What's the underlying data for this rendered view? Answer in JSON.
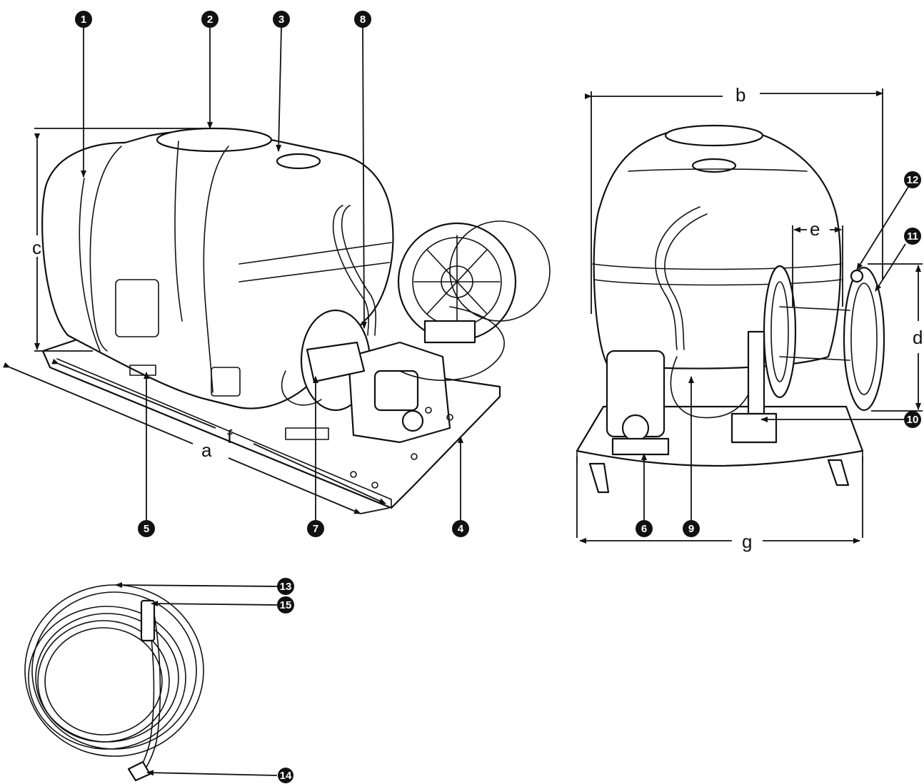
{
  "callouts": [
    "1",
    "2",
    "3",
    "4",
    "5",
    "6",
    "7",
    "8",
    "9",
    "10",
    "11",
    "12",
    "13",
    "14",
    "15"
  ],
  "dimensions": {
    "a": "a",
    "b": "b",
    "c": "c",
    "d": "d",
    "e": "e",
    "f": "f",
    "g": "g"
  }
}
